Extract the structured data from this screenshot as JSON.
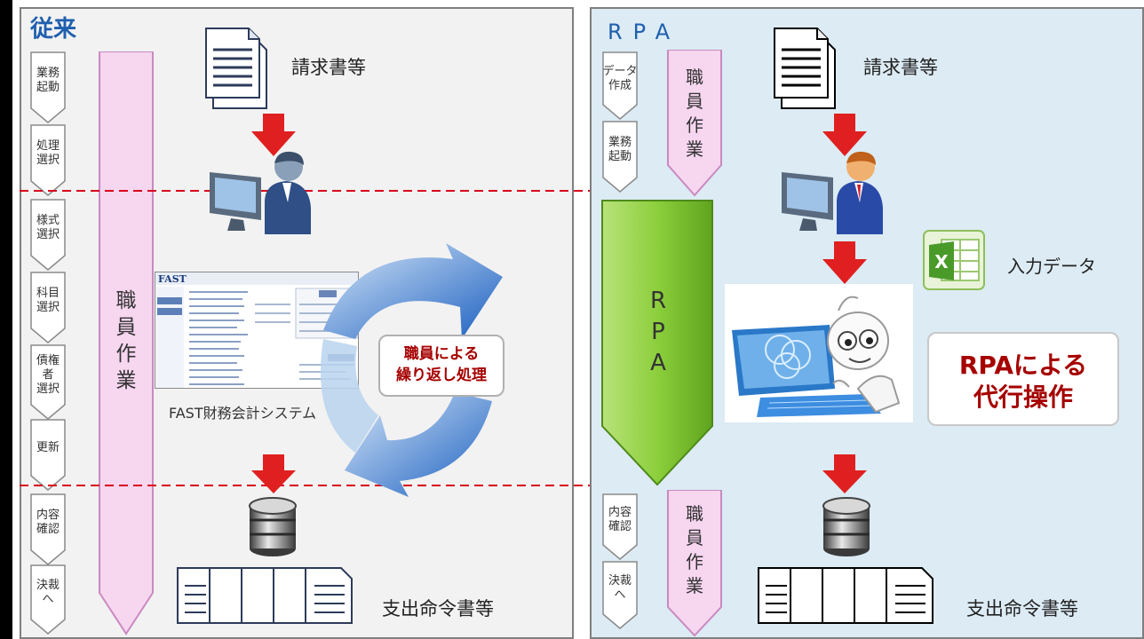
{
  "left": {
    "title": "従来",
    "steps": [
      "業務\n起動",
      "処理\n選択",
      "様式\n選択",
      "科目\n選択",
      "債権\n者\n選択",
      "更新",
      "内容\n確認",
      "決裁\nへ"
    ],
    "bar_label": "職\n員\n作\n業",
    "top_label": "請求書等",
    "system_label": "FAST財務会計システム",
    "system_logo": "FAST",
    "loop_label": "職員による\n繰り返し処理",
    "bottom_label": "支出命令書等"
  },
  "right": {
    "title": "RPA",
    "steps_top": [
      "データ\n作成",
      "業務\n起動"
    ],
    "steps_bottom": [
      "内容\n確認",
      "決裁\nへ"
    ],
    "bar_top_label": "職\n員\n作\n業",
    "bar_bottom_label": "職\n員\n作\n業",
    "rpa_arrow_label": "R\nP\nA",
    "top_label": "請求書等",
    "input_data_label": "入力データ",
    "rpa_callout": "RPAによる\n代行操作",
    "bottom_label": "支出命令書等"
  },
  "colors": {
    "title_blue": "#1f5fae",
    "arrow_red": "#e02020",
    "dashed_red": "#d9001b",
    "pink_bar": "#f7d6f0",
    "pink_border": "#c98ac0",
    "green_arrow": "#8ccf3c",
    "loop_blue": "#2f6fc4",
    "callout_red": "#a60000"
  },
  "icons": [
    "document-icon",
    "red-down-arrow-icon",
    "person-at-computer-icon",
    "database-icon",
    "excel-icon",
    "robot-icon",
    "cycle-arrow-icon"
  ]
}
